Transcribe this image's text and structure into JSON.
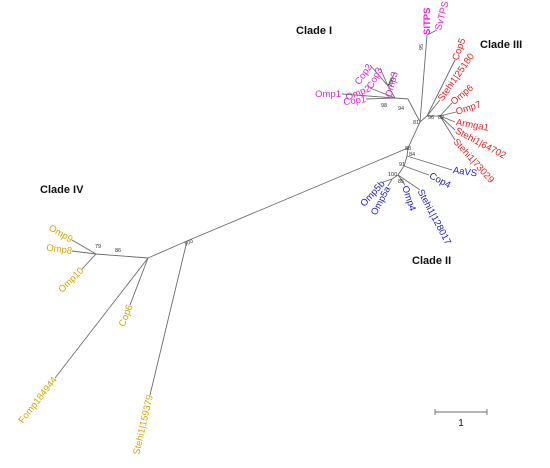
{
  "colors": {
    "clade_I": "#e020d8",
    "clade_II": "#1c1ccc",
    "clade_III": "#e82020",
    "clade_IV": "#d4a600",
    "branch": "#6b6b6b"
  },
  "clades": {
    "clade_I": "Clade I",
    "clade_II": "Clade II",
    "clade_III": "Clade III",
    "clade_IV": "Clade IV"
  },
  "leaves": {
    "sltps": "SlTPS",
    "svtps": "SvTPS",
    "cop5": "Cop5",
    "stehi25180": "Stehi1|25180",
    "omp6": "Omp6",
    "omp7": "Omp7",
    "armga1": "Armga1",
    "stehi64702": "Stehi1|64702",
    "stehi73029": "Stehi1|73029",
    "cop2": "Cop2",
    "cop3": "Cop3",
    "omp3": "Omp3",
    "omp2": "Omp2",
    "omp1": "Omp1",
    "cop1": "Cop1",
    "aavs": "AaVS",
    "cop4": "Cop4",
    "stehi128017": "Stehi1|128017",
    "omp4": "Omp4",
    "omp5a": "Omp5a",
    "omp5b": "Omp5b",
    "omp9": "Omp9",
    "omp8": "Omp8",
    "omp10": "Omp10",
    "cop6": "Cop6",
    "fomp": "Fomp184944",
    "stehi159379": "Stehi1|159379"
  },
  "bootstrap": {
    "b95": "95",
    "b100_clade1": "100",
    "b98": "98",
    "b94": "94",
    "b81": "81",
    "b96": "96",
    "b82": "82",
    "b88": "88",
    "b84": "84",
    "b91": "91",
    "b100_clade2": "100",
    "b85": "85",
    "b79": "79",
    "b86": "86",
    "b100_root": "100"
  },
  "scale_bar": {
    "label": "1"
  }
}
